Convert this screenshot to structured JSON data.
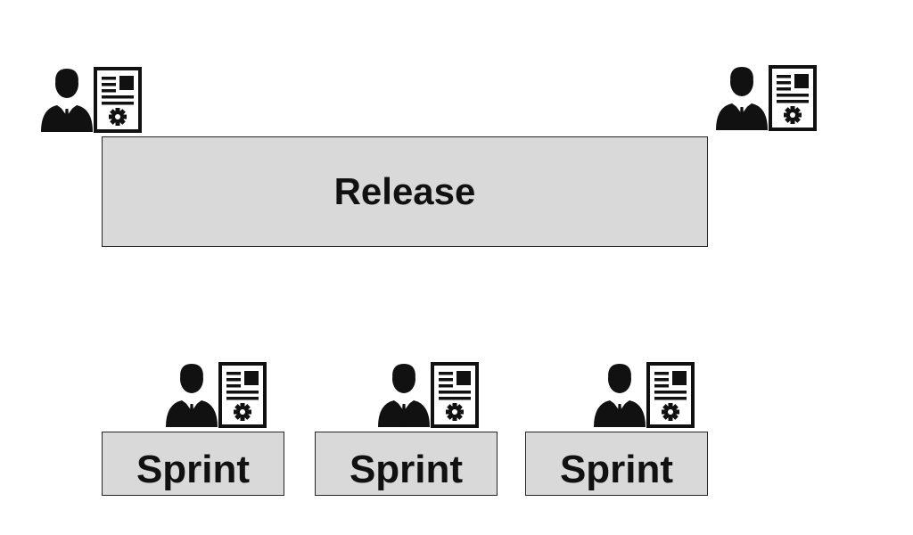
{
  "release": {
    "label": "Release"
  },
  "sprints": [
    {
      "label": "Sprint"
    },
    {
      "label": "Sprint"
    },
    {
      "label": "Sprint"
    }
  ],
  "icons": {
    "person": "person-icon",
    "document": "document-settings-icon"
  },
  "colors": {
    "box_fill": "#d9d9d9",
    "box_border": "#262626",
    "icon": "#111111",
    "text": "#111111"
  }
}
